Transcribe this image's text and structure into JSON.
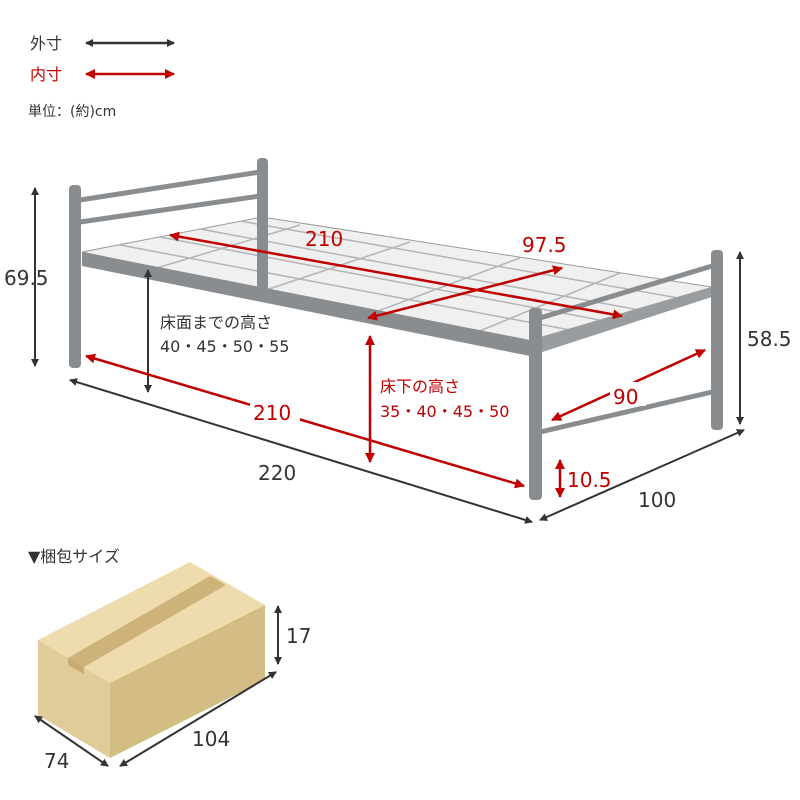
{
  "legend": {
    "outer": "外寸",
    "inner": "内寸",
    "unit": "単位：(約)cm"
  },
  "colors": {
    "outer": "#333333",
    "inner": "#c00000",
    "frame": "#8a8d90",
    "box": "#e3cf9c"
  },
  "dimensions": {
    "head_height": "69.5",
    "foot_height": "58.5",
    "outer_length": "220",
    "outer_width": "100",
    "inner_length_bottom": "210",
    "inner_length_top": "210",
    "inner_width_top": "97.5",
    "inner_width_foot": "90",
    "leg_clearance": "10.5"
  },
  "floor_height": {
    "label": "床面までの高さ",
    "values": "40・45・50・55"
  },
  "under_height": {
    "label": "床下の高さ",
    "values": "35・40・45・50"
  },
  "package": {
    "title": "▼梱包サイズ",
    "height": "17",
    "length": "104",
    "width": "74"
  }
}
